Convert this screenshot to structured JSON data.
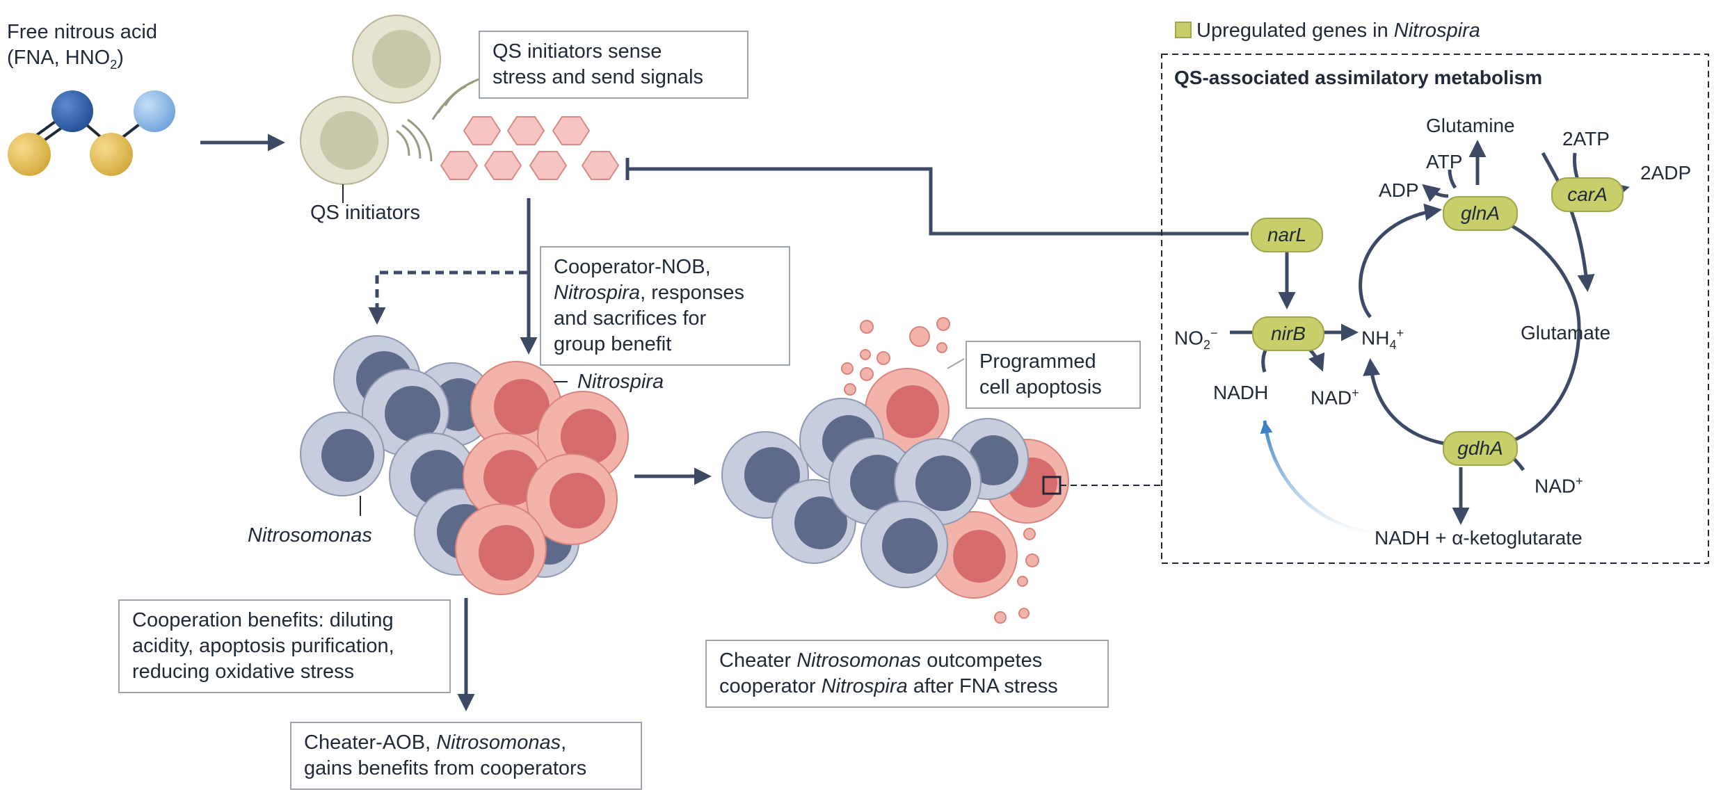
{
  "fna": {
    "line1": "Free nitrous acid",
    "line2a": "(FNA, HNO",
    "line2sub": "2",
    "line2b": ")"
  },
  "qs_initiators_label": "QS initiators",
  "qs_box": {
    "line1": "QS initiators sense",
    "line2": "stress and send signals"
  },
  "cooperator_box": {
    "line1": "Cooperator-NOB,",
    "line2_it": "Nitrospira",
    "line2_rest": ", responses",
    "line3": "and sacrifices for",
    "line4": "group benefit"
  },
  "label_nitrospira": "Nitrospira",
  "label_nitrosomonas": "Nitrosomonas",
  "benefits_box": {
    "line1": "Cooperation benefits: diluting",
    "line2": "acidity, apoptosis purification,",
    "line3": "reducing oxidative stress"
  },
  "cheater_aob_box": {
    "line1a": "Cheater-AOB, ",
    "line1_it": "Nitrosomonas",
    "line1b": ",",
    "line2": "gains benefits from cooperators"
  },
  "apoptosis_box": {
    "line1": "Programmed",
    "line2": "cell apoptosis"
  },
  "outcompete_box": {
    "l1a": "Cheater ",
    "l1_it": "Nitrosomonas",
    "l1b": " outcompetes",
    "l2a": "cooperator ",
    "l2_it": "Nitrospira",
    "l2b": " after FNA stress"
  },
  "legend": {
    "text": "Upregulated genes in ",
    "text_it": "Nitrospira",
    "color": "#c8cf6a"
  },
  "panel": {
    "title": "QS-associated assimilatory metabolism",
    "genes": {
      "narL": "narL",
      "nirB": "nirB",
      "glnA": "glnA",
      "carA": "carA",
      "gdhA": "gdhA"
    },
    "metabolites": {
      "no2": "NO",
      "no2_sub": "2",
      "no2_sup": "−",
      "nh4": "NH",
      "nh4_sub": "4",
      "nh4_sup": "+",
      "nadh": "NADH",
      "nad_plus": "NAD",
      "nad_plus_sup": "+",
      "nad_plus2": "NAD",
      "nad_plus2_sup": "+",
      "glutamine": "Glutamine",
      "glutamate": "Glutamate",
      "atp": "ATP",
      "adp": "ADP",
      "two_atp": "2ATP",
      "two_adp": "2ADP",
      "nadh_akg": "NADH + α-ketoglutarate"
    }
  },
  "colors": {
    "arrow": "#3d4a66",
    "cheater_cell": "#5e6a8a",
    "cheater_rim": "#b9c0d3",
    "coop_cell": "#d66b6b",
    "coop_rim": "#f2b3aa",
    "signal": "#f7c5c1",
    "qs_cell": "#c9c7aa",
    "qs_rim": "#e6e3cf",
    "blue_arrow": "#3b82c4",
    "gene_fill": "#c8cf6a"
  }
}
